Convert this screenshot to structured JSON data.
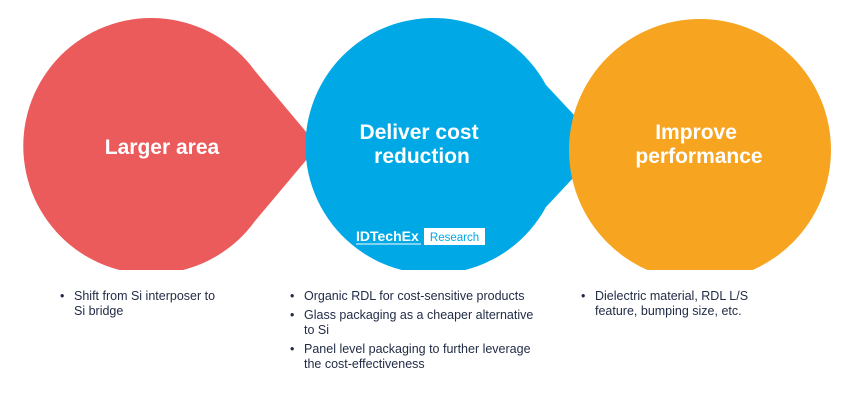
{
  "shapes": [
    {
      "title_lines": [
        "Larger area"
      ],
      "color": "#EC5B5B",
      "bullets": [
        "Shift from Si interposer to Si bridge"
      ]
    },
    {
      "title_lines": [
        "Deliver cost",
        "reduction"
      ],
      "color": "#00A9E6",
      "bullets": [
        "Organic RDL for cost-sensitive products",
        "Glass packaging as a cheaper alternative to Si",
        "Panel level packaging to further leverage the cost-effectiveness"
      ]
    },
    {
      "title_lines": [
        "Improve",
        "performance"
      ],
      "color": "#F7A421",
      "bullets": [
        "Dielectric material, RDL L/S feature, bumping size, etc."
      ]
    }
  ],
  "logo": {
    "brand": "IDTechEx",
    "tag": "Research"
  }
}
